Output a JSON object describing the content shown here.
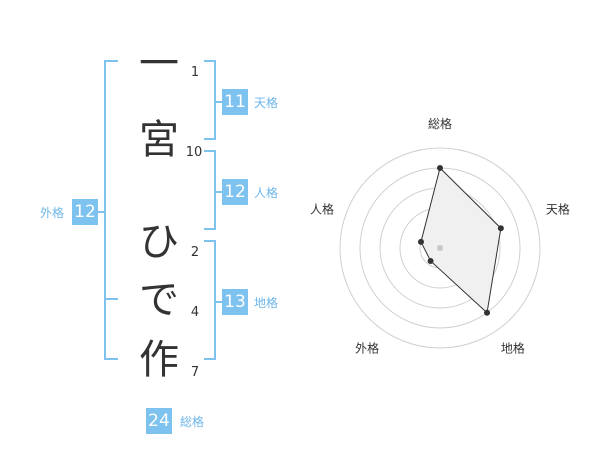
{
  "name": {
    "characters": [
      {
        "char": "一",
        "strokes": "1"
      },
      {
        "char": "宮",
        "strokes": "10"
      },
      {
        "char": "ひ",
        "strokes": "2"
      },
      {
        "char": "で",
        "strokes": "4"
      },
      {
        "char": "作",
        "strokes": "7"
      }
    ]
  },
  "fortune": {
    "tenkaku": {
      "label": "天格",
      "value": "11"
    },
    "jinkaku": {
      "label": "人格",
      "value": "12"
    },
    "chikaku": {
      "label": "地格",
      "value": "13"
    },
    "gaikaku": {
      "label": "外格",
      "value": "12"
    },
    "soukaku": {
      "label": "総格",
      "value": "24"
    }
  },
  "colors": {
    "accent": "#7ec2ef",
    "accent_text": "#6db6ea"
  },
  "chart_data": {
    "type": "radar",
    "axes": [
      "総格",
      "天格",
      "地格",
      "外格",
      "人格"
    ],
    "values": [
      4,
      3.2,
      4,
      0.8,
      1
    ],
    "rmax": 5,
    "rings": 5
  }
}
